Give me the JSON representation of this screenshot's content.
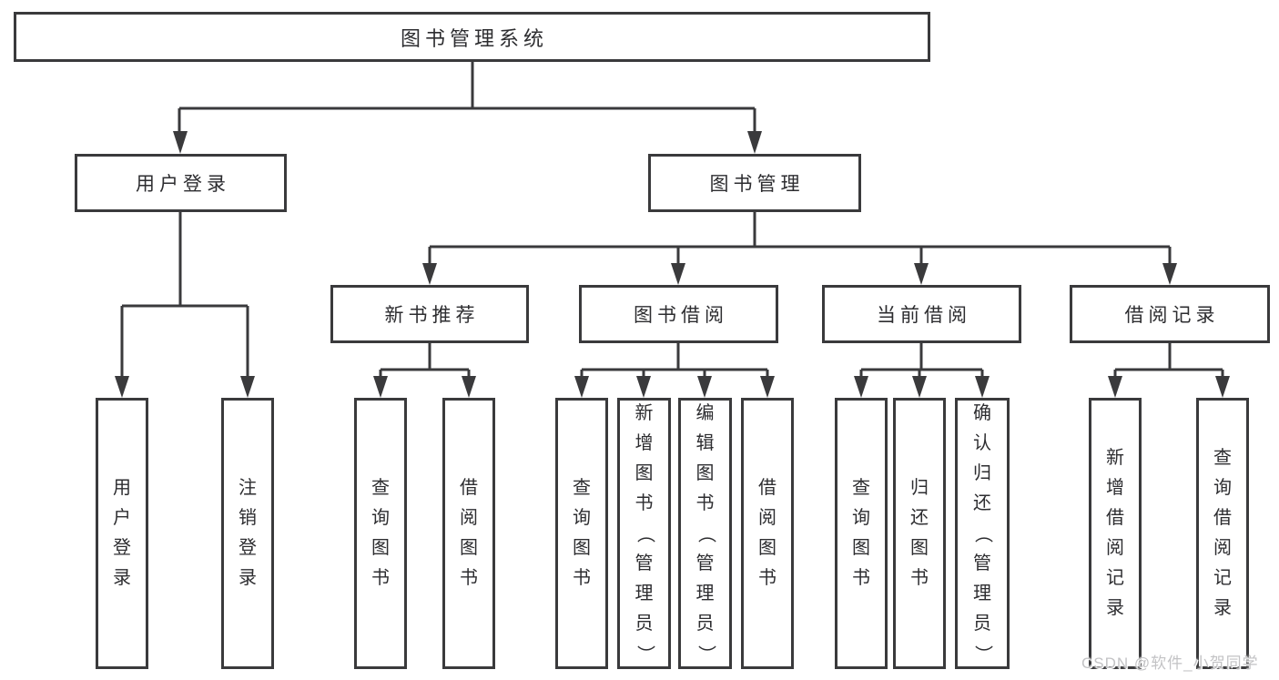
{
  "diagram": {
    "root": {
      "label": "图书管理系统"
    },
    "level2": [
      {
        "label": "用户登录"
      },
      {
        "label": "图书管理"
      }
    ],
    "level3": [
      {
        "label": "新书推荐"
      },
      {
        "label": "图书借阅"
      },
      {
        "label": "当前借阅"
      },
      {
        "label": "借阅记录"
      }
    ],
    "leaves": [
      {
        "label": "用户登录"
      },
      {
        "label": "注销登录"
      },
      {
        "label": "查询图书"
      },
      {
        "label": "借阅图书"
      },
      {
        "label": "查询图书"
      },
      {
        "label": "新增图书（管理员）"
      },
      {
        "label": "编辑图书（管理员）"
      },
      {
        "label": "借阅图书"
      },
      {
        "label": "查询图书"
      },
      {
        "label": "归还图书"
      },
      {
        "label": "确认归还（管理员）"
      },
      {
        "label": "新增借阅记录"
      },
      {
        "label": "查询借阅记录"
      }
    ],
    "colors": {
      "line": "#3a3a3c",
      "text": "#2d2d30",
      "background": "#ffffff"
    }
  },
  "watermark": {
    "text": "CSDN @软件_小贺同学"
  }
}
